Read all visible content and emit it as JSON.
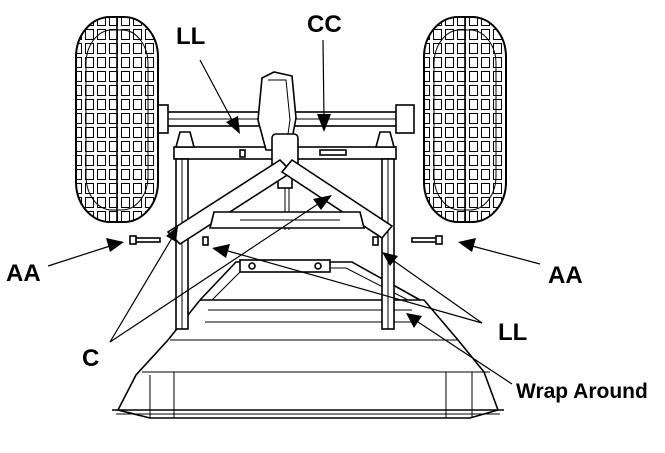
{
  "diagram": {
    "labels": {
      "ll_top": "LL",
      "cc": "CC",
      "aa_left": "AA",
      "aa_right": "AA",
      "ll_right": "LL",
      "c": "C",
      "wrap_around": "Wrap Around"
    }
  }
}
